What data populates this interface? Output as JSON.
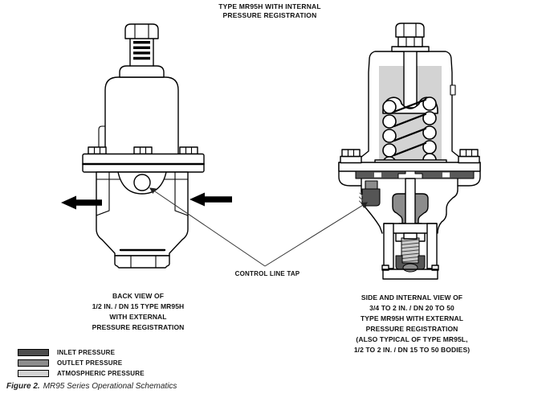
{
  "title": {
    "lines": [
      "TYPE MR95H WITH INTERNAL",
      "PRESSURE REGISTRATION"
    ]
  },
  "callout": {
    "label": "CONTROL LINE TAP"
  },
  "left_view": {
    "caption_lines": [
      "BACK VIEW OF",
      "1/2 IN. / DN 15 TYPE MR95H",
      "WITH EXTERNAL",
      "PRESSURE REGISTRATION"
    ]
  },
  "right_view": {
    "caption_lines": [
      "SIDE AND INTERNAL VIEW OF",
      "3/4 TO 2 IN. / DN 20 TO 50",
      "TYPE MR95H WITH EXTERNAL",
      "PRESSURE REGISTRATION",
      "(ALSO TYPICAL OF TYPE MR95L,",
      "1/2 TO 2 IN. / DN 15 TO 50 BODIES)"
    ]
  },
  "legend": {
    "items": [
      {
        "label": "INLET PRESSURE",
        "color": "#4d4d4d"
      },
      {
        "label": "OUTLET PRESSURE",
        "color": "#8c8c8c"
      },
      {
        "label": "ATMOSPHERIC PRESSURE",
        "color": "#d3d3d3"
      }
    ]
  },
  "figure_caption": {
    "number": "Figure 2.",
    "text": "MR95 Series Operational Schematics"
  },
  "colors": {
    "outline": "#000000",
    "inlet_pressure": "#4d4d4d",
    "outlet_pressure": "#8c8c8c",
    "atmospheric_pressure": "#d3d3d3"
  }
}
